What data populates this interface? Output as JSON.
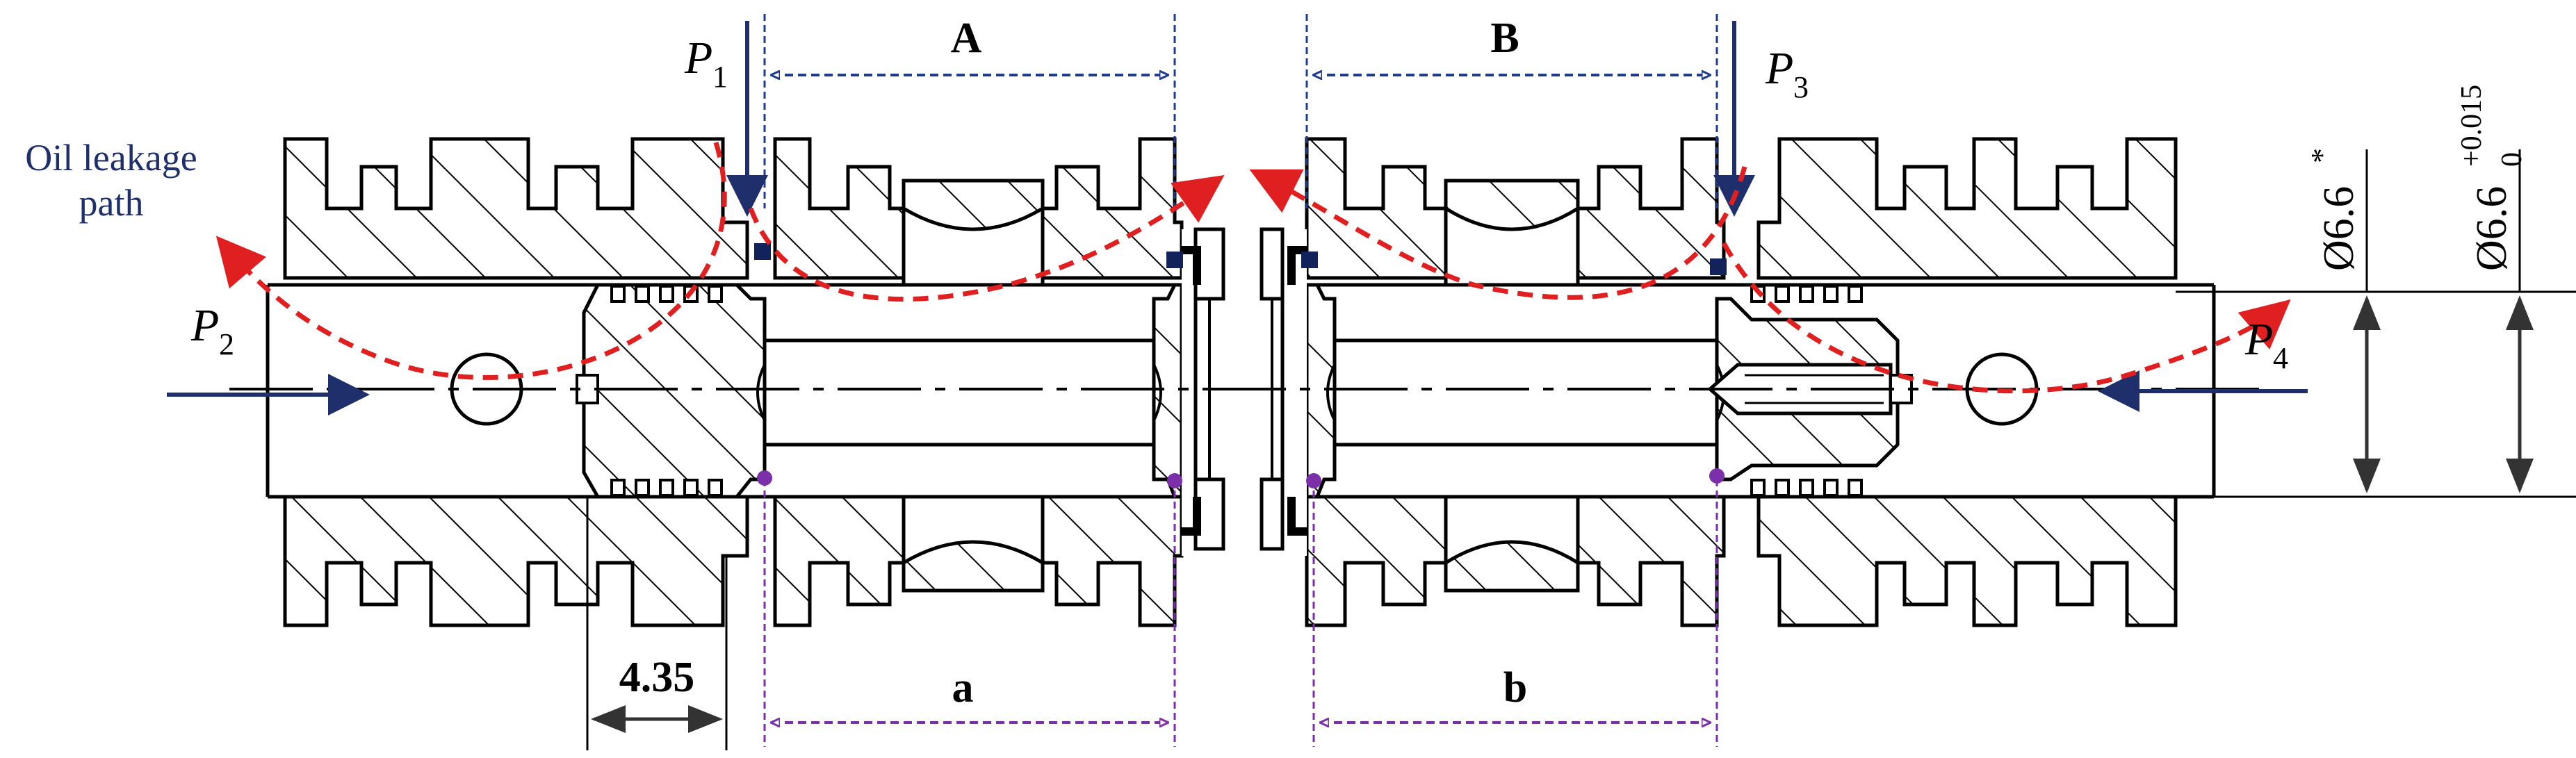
{
  "labels": {
    "A": "A",
    "B": "B",
    "a": "a",
    "b": "b",
    "P1_main": "P",
    "P1_sub": "1",
    "P2_main": "P",
    "P2_sub": "2",
    "P3_main": "P",
    "P3_sub": "3",
    "P4_main": "P",
    "P4_sub": "4",
    "oil_line1": "Oil leakage",
    "oil_line2": "path",
    "dim_435": "4.35",
    "dia_main": "Ø6.6",
    "dia_star": "*",
    "dia2_main": "Ø6.6",
    "dia2_sub": "0",
    "dia2_sup": "+0.015"
  },
  "colors": {
    "line": "#000000",
    "pressure_arrow": "#1f2f6b",
    "dim_blue": "#1f3c88",
    "dim_purple": "#7b2fa8",
    "leak_path": "#e02020",
    "marker_square": "#12235c",
    "marker_dot": "#7b2fa8"
  }
}
